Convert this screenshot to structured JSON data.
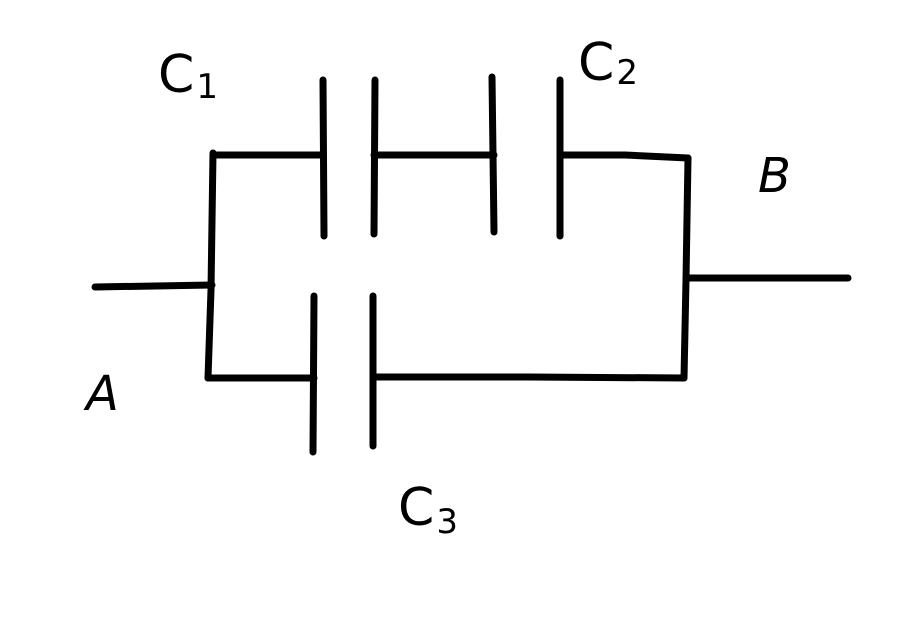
{
  "capacitors": [
    {
      "letter": "C",
      "subscript": "1"
    },
    {
      "letter": "C",
      "subscript": "2"
    },
    {
      "letter": "C",
      "subscript": "3"
    }
  ],
  "nodes": {
    "a": "A",
    "b": "B"
  },
  "colors": {
    "ink": "#000000",
    "background": "#ffffff"
  }
}
